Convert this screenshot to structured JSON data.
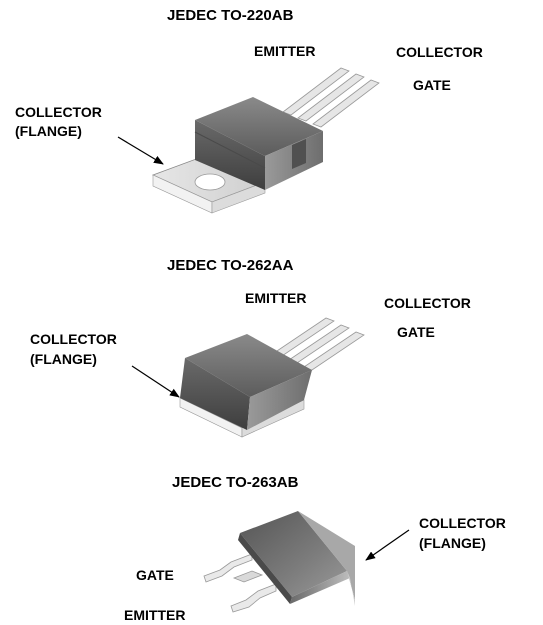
{
  "packages": [
    {
      "title": "JEDEC TO-220AB",
      "labels": {
        "emitter": "EMITTER",
        "collector": "COLLECTOR",
        "gate": "GATE",
        "collector_flange_1": "COLLECTOR",
        "collector_flange_2": "(FLANGE)"
      }
    },
    {
      "title": "JEDEC TO-262AA",
      "labels": {
        "emitter": "EMITTER",
        "collector": "COLLECTOR",
        "gate": "GATE",
        "collector_flange_1": "COLLECTOR",
        "collector_flange_2": "(FLANGE)"
      }
    },
    {
      "title": "JEDEC TO-263AB",
      "labels": {
        "collector_flange_1": "COLLECTOR",
        "collector_flange_2": "(FLANGE)",
        "gate": "GATE",
        "emitter": "EMITTER"
      }
    }
  ]
}
